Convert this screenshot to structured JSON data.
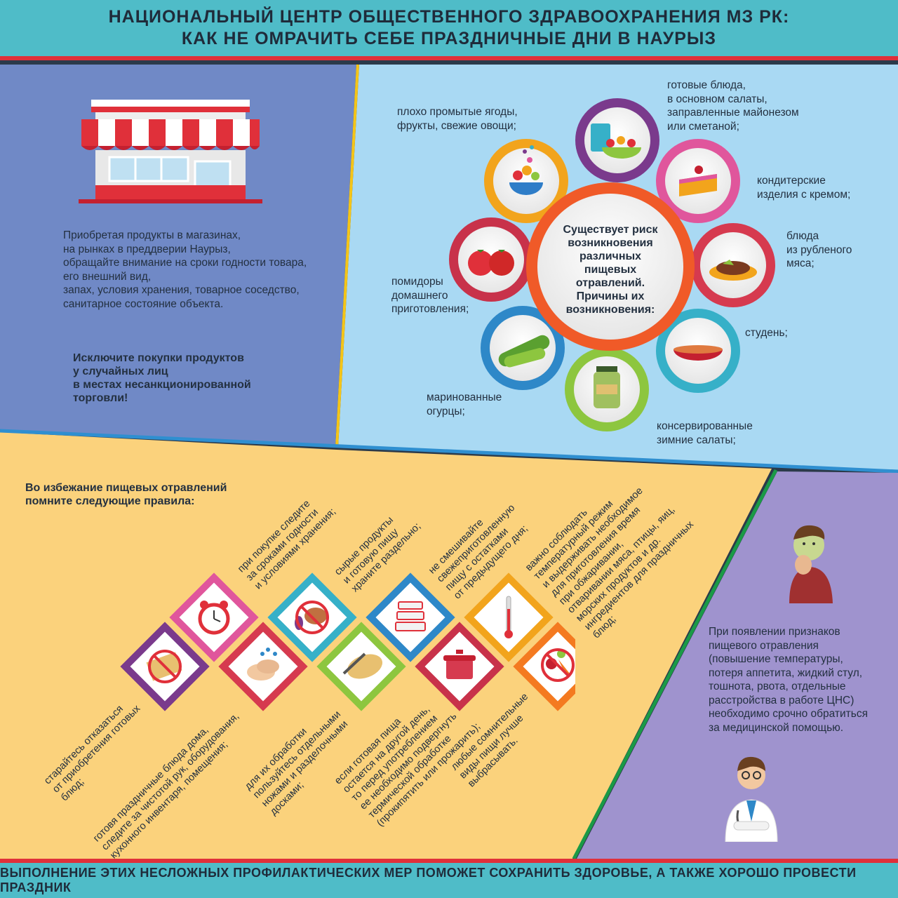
{
  "header": {
    "line1": "НАЦИОНАЛЬНЫЙ ЦЕНТР ОБЩЕСТВЕННОГО ЗДРАВООХРАНЕНИЯ МЗ РК:",
    "line2": "КАК НЕ ОМРАЧИТЬ СЕБЕ ПРАЗДНИЧНЫЕ ДНИ В НАУРЫЗ"
  },
  "shop": {
    "icon": "shop-icon",
    "text": [
      "Приобретая продукты в магазинах,",
      "на рынках в преддверии Наурыз,",
      "обращайте внимание на сроки годности товара,",
      "его внешний вид,",
      "запах, условия хранения, товарное соседство,",
      "санитарное состояние объекта."
    ],
    "warning": [
      "Исключите покупки продуктов",
      "у случайных лиц",
      "в местах несанкционированной",
      "торговли!"
    ]
  },
  "risk": {
    "center": [
      "Существует риск",
      "возникновения",
      "различных",
      "пищевых",
      "отравлений.",
      "Причины их",
      "возникновения:"
    ],
    "items": [
      {
        "icon": "fruit-bowl-icon",
        "color": "#f2a41c",
        "label": [
          "плохо промытые ягоды,",
          "фрукты, свежие овощи;"
        ]
      },
      {
        "icon": "salad-icon",
        "color": "#7a3a8c",
        "label": [
          "готовые блюда,",
          "в основном салаты,",
          "заправленные майонезом",
          "или сметаной;"
        ]
      },
      {
        "icon": "cake-icon",
        "color": "#e0569c",
        "label": [
          "кондитерские",
          "изделия с кремом;"
        ]
      },
      {
        "icon": "minced-meat-icon",
        "color": "#d63a4f",
        "label": [
          "блюда",
          "из рубленого",
          "мяса;"
        ]
      },
      {
        "icon": "jelly-dish-icon",
        "color": "#36b0c8",
        "label": [
          "студень;"
        ]
      },
      {
        "icon": "jar-icon",
        "color": "#8dc63f",
        "label": [
          "консервированные",
          "зимние салаты;"
        ]
      },
      {
        "icon": "cucumber-icon",
        "color": "#2e88c8",
        "label": [
          "маринованные",
          "огурцы;"
        ]
      },
      {
        "icon": "tomato-icon",
        "color": "#c8324a",
        "label": [
          "помидоры",
          "домашнего",
          "приготовления;"
        ]
      }
    ]
  },
  "rules": {
    "title": [
      "Во избежание пищевых отравлений",
      "помните следующие правила:"
    ],
    "items": [
      {
        "icon": "no-pizza-icon",
        "color": "#7a3a8c",
        "text": [
          "старайтесь отказаться",
          "от приобретения готовых",
          "блюд;"
        ]
      },
      {
        "icon": "alarm-clock-icon",
        "color": "#e0569c",
        "text": [
          "при покупке следите",
          "за сроками годности",
          "и условиями хранения;"
        ]
      },
      {
        "icon": "hand-wash-icon",
        "color": "#d63a4f",
        "text": [
          "готовя праздничные блюда дома,",
          "следите за чистотой рук, оборудования,",
          "кухонного инвентаря, помещения;"
        ]
      },
      {
        "icon": "no-raw-food-icon",
        "color": "#36b0c8",
        "text": [
          "сырые продукты",
          "и готовую пищу",
          "храните раздельно;"
        ]
      },
      {
        "icon": "cutting-board-icon",
        "color": "#8dc63f",
        "text": [
          "для их обработки",
          "пользуйтесь отдельными",
          "ножами и разделочными",
          "досками;"
        ]
      },
      {
        "icon": "containers-icon",
        "color": "#2e88c8",
        "text": [
          "не смешивайте",
          "свежеприготовленную",
          "пищу с остатками",
          "от предыдущего дня;"
        ]
      },
      {
        "icon": "cooking-pot-icon",
        "color": "#c8324a",
        "text": [
          "если готовая пища",
          "остается на другой день,",
          "то перед употреблением",
          "ее необходимо подвергнуть",
          "термической обработке",
          "(прокипятить или прожарить);"
        ]
      },
      {
        "icon": "thermometer-icon",
        "color": "#f2a41c",
        "text": [
          "важно соблюдать",
          "температурный режим",
          "и выдерживать необходимое",
          "для приготовления время",
          "при обжаривании,",
          "отваривании мяса, птицы, яиц,",
          "морских продуктов и др.",
          "ингредиентов для праздничных",
          "блюд;"
        ]
      },
      {
        "icon": "no-vegetables-icon",
        "color": "#f47a20",
        "text": [
          "любые сомнительные",
          "виды пищи лучше",
          "выбрасывать."
        ]
      }
    ]
  },
  "symptoms": {
    "sick_icon": "sick-person-icon",
    "doctor_icon": "doctor-icon",
    "text": [
      "При появлении признаков",
      "пищевого отравления",
      "(повышение температуры,",
      "потеря аппетита, жидкий стул,",
      "тошнота, рвота, отдельные",
      "расстройства в работе ЦНС)",
      "необходимо срочно обратиться",
      "за медицинской помощью."
    ]
  },
  "footer": {
    "text": "ВЫПОЛНЕНИЕ ЭТИХ НЕСЛОЖНЫХ ПРОФИЛАКТИЧЕСКИХ МЕР ПОМОЖЕТ СОХРАНИТЬ ЗДОРОВЬЕ, А ТАКЖЕ ХОРОШО ПРОВЕСТИ ПРАЗДНИК"
  },
  "colors": {
    "header_bg": "#4fbcc8",
    "accent_red": "#e0303a",
    "panel_blue": "#7089c6",
    "panel_sky": "#a9d9f3",
    "panel_yellow": "#fbd27c",
    "panel_violet": "#9f93ce",
    "center_orange": "#f05a28"
  }
}
